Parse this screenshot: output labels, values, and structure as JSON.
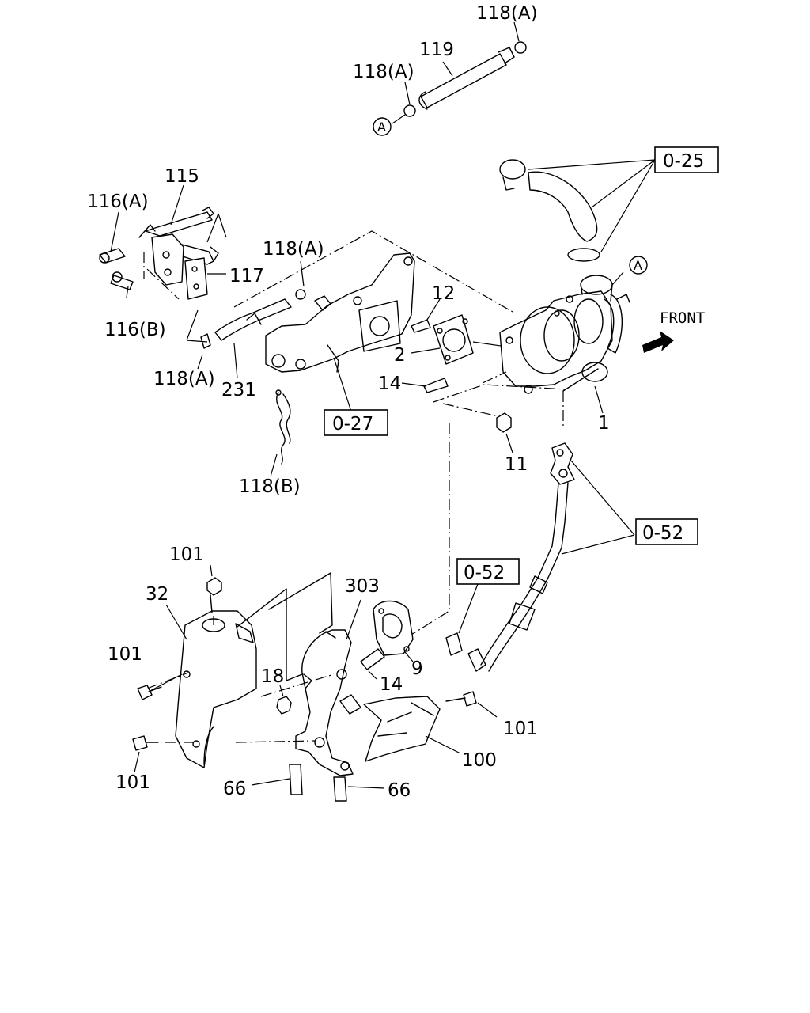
{
  "labels": {
    "l118a_top": "118(A)",
    "l119": "119",
    "l118a_mid": "118(A)",
    "circle_a1": "A",
    "l115": "115",
    "l116a": "116(A)",
    "l117": "117",
    "l116b": "116(B)",
    "l118a_left": "118(A)",
    "l231": "231",
    "l118a_center": "118(A)",
    "l12": "12",
    "l2": "2",
    "l14_top": "14",
    "l11": "11",
    "l1": "1",
    "circle_a2": "A",
    "front": "FRONT",
    "l118b": "118(B)",
    "l101_top": "101",
    "l32": "32",
    "l303": "303",
    "l101_left": "101",
    "l18": "18",
    "l9": "9",
    "l14_bottom": "14",
    "l101_right": "101",
    "l100": "100",
    "l101_bottom": "101",
    "l66_left": "66",
    "l66_right": "66"
  },
  "refs": {
    "r025": "0-25",
    "r027": "0-27",
    "r052_right": "0-52",
    "r052_left": "0-52"
  }
}
